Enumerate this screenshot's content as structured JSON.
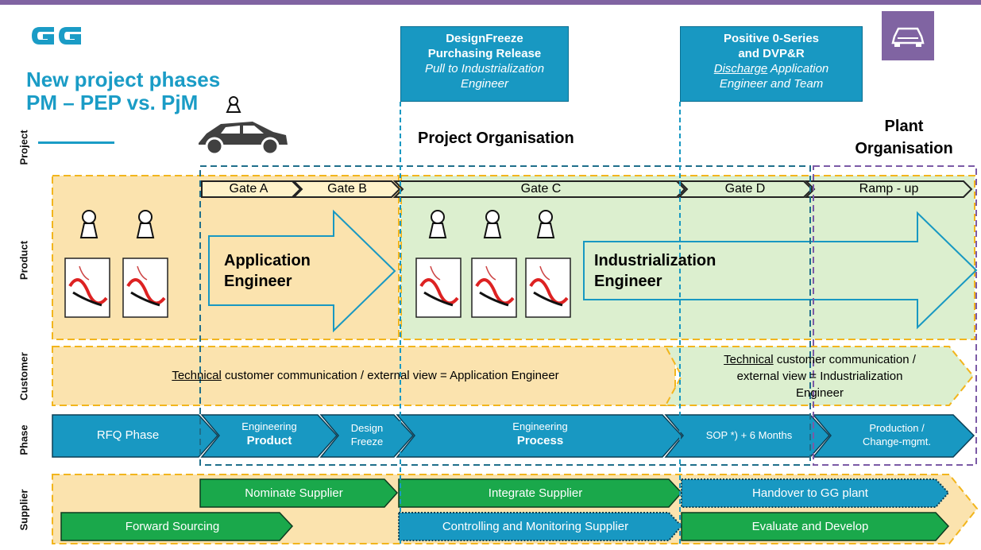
{
  "logo": "GG",
  "title": {
    "line1": "New project phases",
    "line2": "PM – PEP vs. PjM"
  },
  "callouts": {
    "design_freeze": {
      "line1": "DesignFreeze",
      "line2": "Purchasing Release",
      "line3": "Pull to Industrialization",
      "line4": "Engineer"
    },
    "positive_series": {
      "line1": "Positive 0-Series",
      "line2": "and DVP&R",
      "line3_u": "Discharge",
      "line3_rest": " Application",
      "line4": "Engineer and Team"
    }
  },
  "org": {
    "project": "Project Organisation",
    "plant_line1": "Plant",
    "plant_line2": "Organisation"
  },
  "row_labels": {
    "project": "Project",
    "product": "Product",
    "customer": "Customer",
    "phase": "Phase",
    "supplier": "Supplier"
  },
  "gates": [
    "Gate A",
    "Gate B",
    "Gate C",
    "Gate D",
    "Ramp - up"
  ],
  "engineers": {
    "application_line1": "Application",
    "application_line2": "Engineer",
    "industrialization_line1": "Industrialization",
    "industrialization_line2": "Engineer"
  },
  "customer": {
    "left_u": "Technical",
    "left_rest": " customer communication / external view = Application Engineer",
    "right_u": "Technical",
    "right_line1_rest": " customer communication /",
    "right_line2": "external view = Industrialization",
    "right_line3": "Engineer"
  },
  "phases": {
    "rfq": "RFQ Phase",
    "eng_product_l1": "Engineering",
    "eng_product_l2": "Product",
    "design_freeze_l1": "Design",
    "design_freeze_l2": "Freeze",
    "eng_process_l1": "Engineering",
    "eng_process_l2": "Process",
    "sop": "SOP *) + 6 Months",
    "production_l1": "Production /",
    "production_l2": "Change-mgmt."
  },
  "supplier": {
    "nominate": "Nominate Supplier",
    "integrate": "Integrate Supplier",
    "handover": "Handover to GG plant",
    "forward": "Forward Sourcing",
    "controlling": "Controlling and Monitoring Supplier",
    "evaluate": "Evaluate and Develop"
  },
  "colors": {
    "accent": "#1a9cc6",
    "phase_blue": "#1898c2",
    "green": "#1aa84b",
    "orange_fill": "#fbe3ae",
    "green_fill": "#dcefcf",
    "purple": "#7b5aa6",
    "dashed_yellow": "#f2b51d"
  },
  "icons": [
    "person-icon",
    "car-icon",
    "wire-harness-icon"
  ]
}
